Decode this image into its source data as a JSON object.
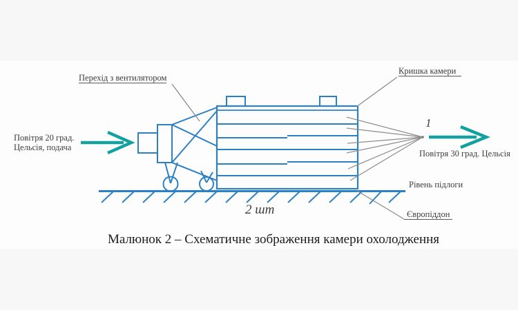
{
  "page": {
    "background": "#f7f7f7",
    "canvas_background": "#fdfdfd"
  },
  "figure": {
    "caption": "Малюнок 2 – Схематичне зображення камери охолодження",
    "labels": {
      "transition": "Перехід з вентилятором",
      "lid": "Кришка камери",
      "air_in_line1": "Повітря 20 град.",
      "air_in_line2": "Цельсія, подача",
      "air_out": "Повітря 30 град. Цельсія",
      "floor_level": "Рівень підлоги",
      "europallet": "Європіддон",
      "quantity": "2 шт",
      "outlet_point": "1"
    },
    "colors": {
      "diagram_blue": "#2b80c5",
      "arrow_teal": "#12a0a0",
      "leader_gray": "#8c8c8c",
      "label_text": "#3c3c3c",
      "caption_text": "#1b1b1b"
    }
  }
}
